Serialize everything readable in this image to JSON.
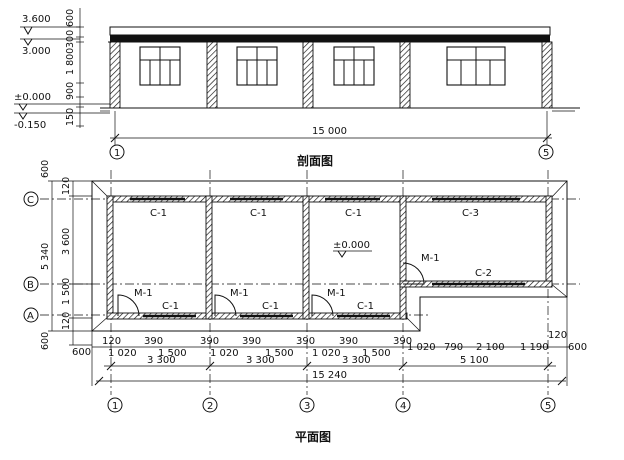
{
  "section_view": {
    "title": "剖面图",
    "levels": {
      "top": "3.600",
      "eave": "3.000",
      "floor": "±0.000",
      "ground": "-0.150"
    },
    "vertical_dims": [
      "600",
      "300",
      "1 800",
      "900",
      "150"
    ],
    "overall_dim": "15 000",
    "axis_left": "1",
    "axis_right": "5"
  },
  "plan_view": {
    "title": "平面图",
    "axis_rows": {
      "c": "C",
      "b": "B",
      "a": "A"
    },
    "axis_cols": [
      "1",
      "2",
      "3",
      "4",
      "5"
    ],
    "left_dims": [
      "120",
      "3 600",
      "1 500",
      "120",
      "600",
      "600"
    ],
    "left_total": "5 340",
    "right_dim": "120",
    "window_labels": {
      "c1": "C-1",
      "c2": "C-2",
      "c3": "C-3"
    },
    "door_label": "M-1",
    "floor_level": "±0.000",
    "dim_row1": [
      "600",
      "120",
      "390",
      "390",
      "390",
      "390"
    ],
    "dim_row1b": [
      "1 020",
      "1 500",
      "1 020",
      "1 500",
      "1 020",
      "1 500",
      "1 020",
      "790",
      "2 100",
      "1 190",
      "600"
    ],
    "dim_row2": [
      "3 300",
      "3 300",
      "3 300",
      "5 100"
    ],
    "dim_total": "15 240"
  }
}
